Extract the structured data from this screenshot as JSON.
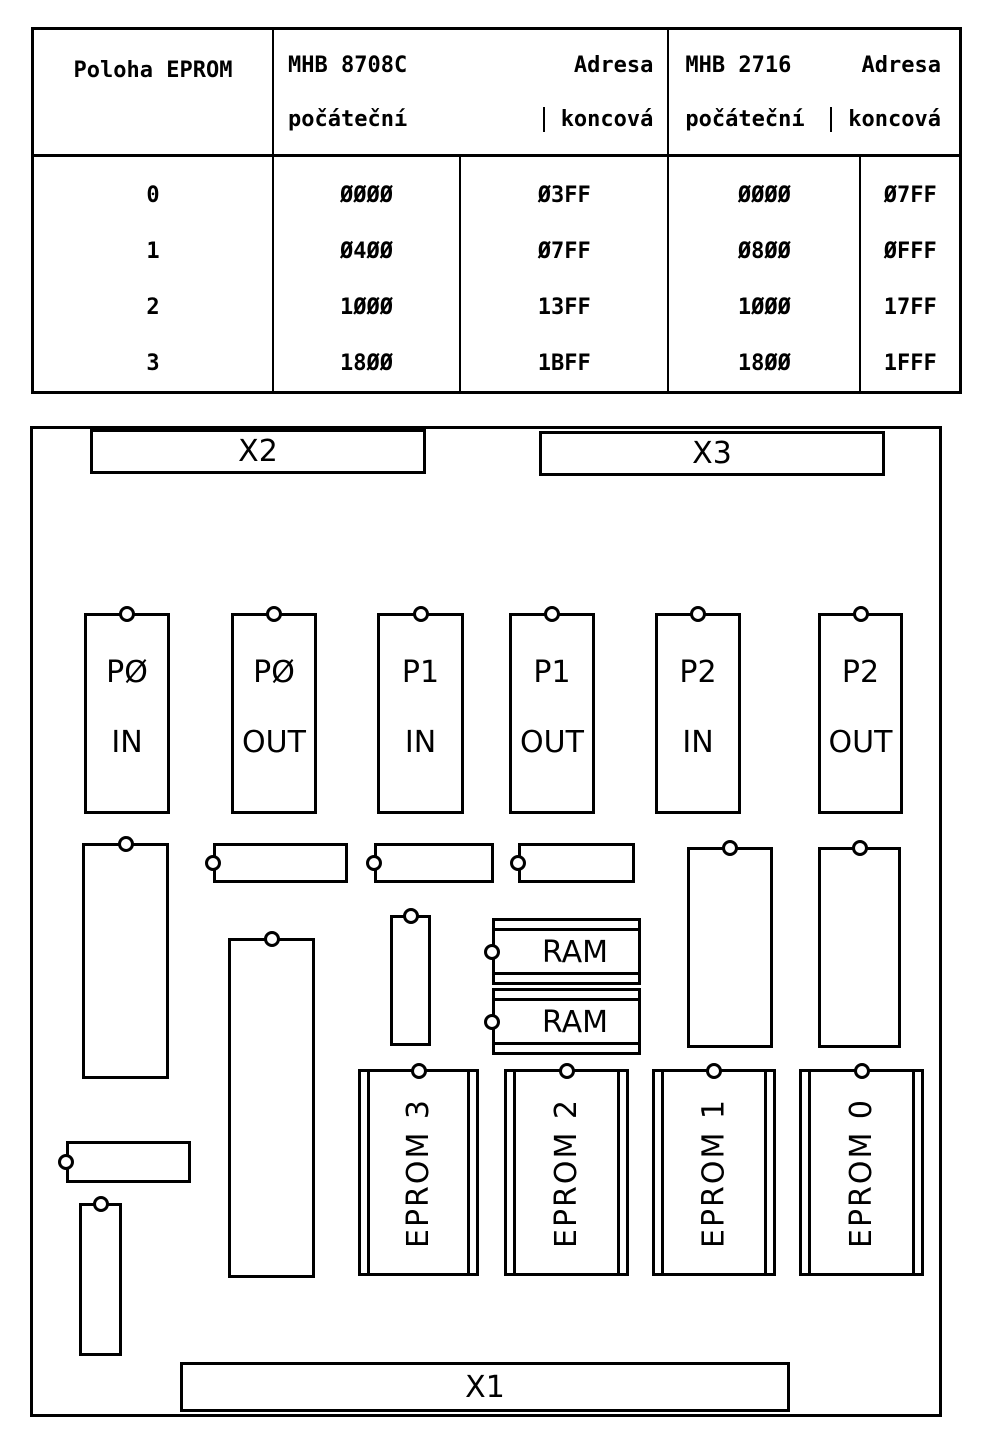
{
  "table": {
    "col0_header": "Poloha EPROM",
    "groups": [
      {
        "chip": "MHB 8708C",
        "address_label": "Adresa",
        "start_label": "počáteční",
        "end_label": "koncová"
      },
      {
        "chip": "MHB 2716",
        "address_label": "Adresa",
        "start_label": "počáteční",
        "end_label": "koncová"
      }
    ],
    "rows": [
      {
        "pos": "0",
        "a_start": "ØØØØ",
        "a_end": "Ø3FF",
        "b_start": "ØØØØ",
        "b_end": "Ø7FF"
      },
      {
        "pos": "1",
        "a_start": "Ø4ØØ",
        "a_end": "Ø7FF",
        "b_start": "Ø8ØØ",
        "b_end": "ØFFF"
      },
      {
        "pos": "2",
        "a_start": "1ØØØ",
        "a_end": "13FF",
        "b_start": "1ØØØ",
        "b_end": "17FF"
      },
      {
        "pos": "3",
        "a_start": "18ØØ",
        "a_end": "1BFF",
        "b_start": "18ØØ",
        "b_end": "1FFF"
      }
    ]
  },
  "board": {
    "connectors": {
      "x1": "X1",
      "x2": "X2",
      "x3": "X3"
    },
    "ports": [
      {
        "name": "PØ",
        "dir": "IN"
      },
      {
        "name": "PØ",
        "dir": "OUT"
      },
      {
        "name": "P1",
        "dir": "IN"
      },
      {
        "name": "P1",
        "dir": "OUT"
      },
      {
        "name": "P2",
        "dir": "IN"
      },
      {
        "name": "P2",
        "dir": "OUT"
      }
    ],
    "ram": [
      "RAM",
      "RAM"
    ],
    "eproms": [
      "EPROM 3",
      "EPROM 2",
      "EPROM 1",
      "EPROM 0"
    ]
  }
}
